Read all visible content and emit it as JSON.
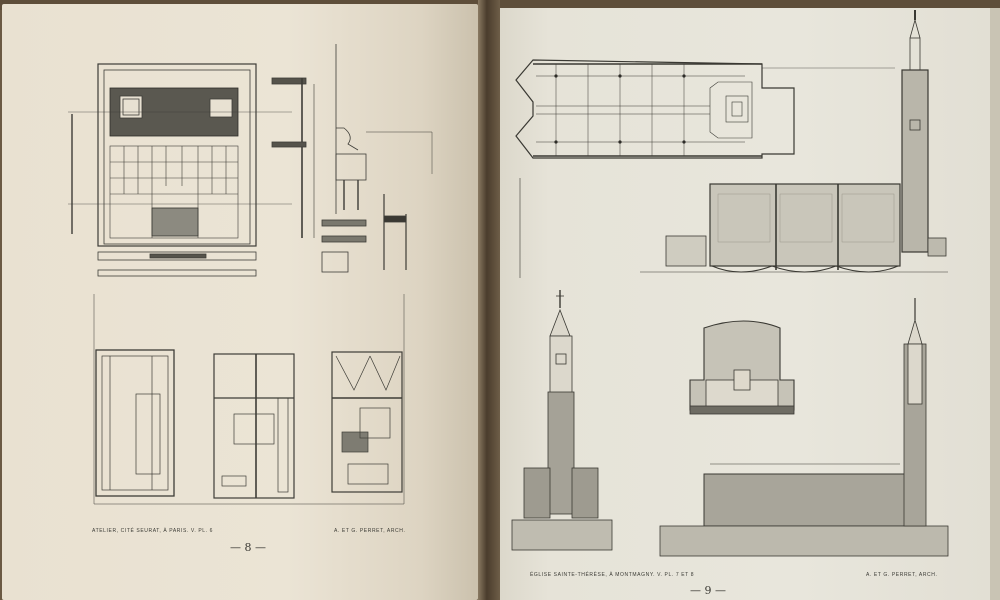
{
  "spread": {
    "left_page": {
      "caption_left": "Atelier, Cité Seurat, à Paris. V. Pl. 6",
      "caption_right": "A. et G. Perret, Arch.",
      "page_number": "— 8 —",
      "drawings": [
        "facade-elevation-studio",
        "wall-section-details",
        "ground-floor-plan",
        "first-floor-plan",
        "second-floor-plan"
      ]
    },
    "right_page": {
      "caption_left": "Église Sainte-Thérèse, à Montmagny. V. Pl. 7 et 8",
      "caption_right": "A. et G. Perret, Arch.",
      "page_number": "— 9 —",
      "drawings": [
        "church-floor-plan",
        "longitudinal-section",
        "transverse-section",
        "front-elevation-tower",
        "side-elevation"
      ]
    }
  },
  "colors": {
    "left_paper": "#ebe4d5",
    "right_paper": "#e8e6dc",
    "ink": "#3a3a34",
    "background": "#6b5a44"
  }
}
